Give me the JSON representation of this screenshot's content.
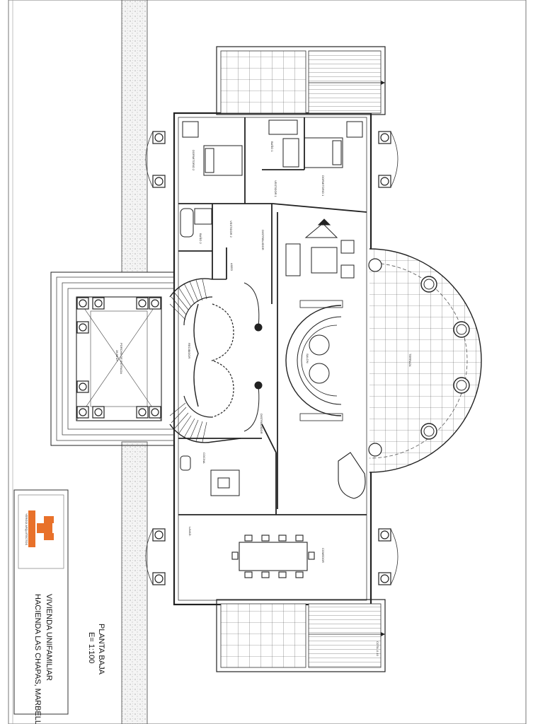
{
  "title_block": {
    "project_line1": "VIVIENDA UNIFAMILIAR",
    "project_line2": "HACIENDA LAS CHAPAS, MARBELLA",
    "sheet_name": "PLANTA BAJA",
    "scale": "E= 1:100",
    "firm_name": "YERGÜI ARQUITECTOS",
    "logo_color": "#e8712a"
  },
  "rooms": {
    "dormitorio2": "DORMITORIO 2",
    "bano1": "BAÑO 1",
    "vestidor1": "VESTIDOR 1",
    "dormitorio1": "DORMITORIO 1",
    "bano2": "BAÑO 2",
    "vestidor2": "VESTIDOR 2",
    "distribuidor_top": "DISTRIBUIDOR",
    "aseo": "ASEO",
    "recibidor": "RECIBIDOR",
    "porche": "PORCHE DE ENTRADA",
    "porche_area": "28.88 m²",
    "salon": "SALON",
    "terraza": "TERRAZA",
    "distribuidor_bottom": "DISTRIBUIDOR",
    "cocina": "COCINA",
    "lavadero": "LAVAD.",
    "comedor": "COMEDOR"
  },
  "annotations": {
    "level_mark": "COTA -0.10"
  }
}
